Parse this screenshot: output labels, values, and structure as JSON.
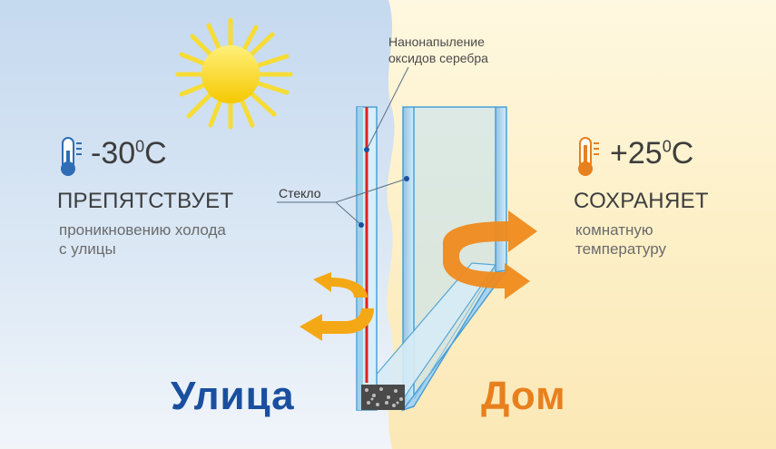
{
  "outside": {
    "temperature": "-30",
    "degree": "0",
    "unit": "C",
    "headline": "ПРЕПЯТСТВУЕТ",
    "sub_line1": "проникновению холода",
    "sub_line2": "с улицы",
    "label": "Улица",
    "color": "#1a4fa0"
  },
  "inside": {
    "temperature": "+25",
    "degree": "0",
    "unit": "C",
    "headline": "СОХРАНЯЕТ",
    "sub_line1": "комнатную",
    "sub_line2": "температуру",
    "label": "Дом",
    "color": "#e8801e"
  },
  "callouts": {
    "coating_line1": "Нанонапыление",
    "coating_line2": "оксидов серебра",
    "glass": "Стекло"
  },
  "icons": [
    "sun-icon",
    "thermometer-cold-icon",
    "thermometer-warm-icon",
    "arrow-reflect-icon",
    "arrow-circulate-icon"
  ],
  "colors": {
    "cold_bg": "#c9dbef",
    "warm_bg": "#fbecbf",
    "coating": "#e02020",
    "arrow": "#f5a815"
  }
}
